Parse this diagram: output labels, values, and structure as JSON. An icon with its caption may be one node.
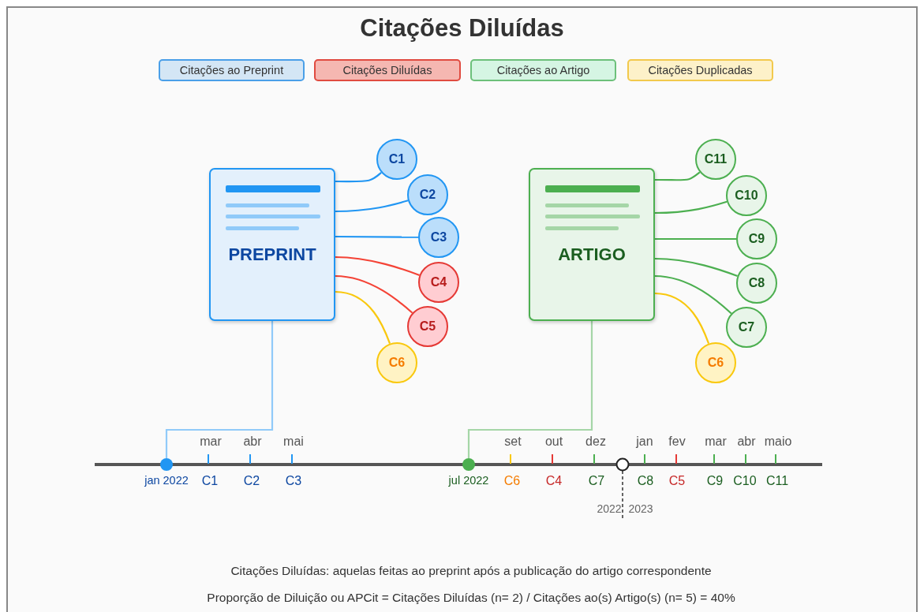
{
  "diagram": {
    "title": "Citações Diluídas",
    "nodes": [
      {
        "text": [
          "PREPRINT"
        ]
      },
      {
        "text": [
          "C1"
        ]
      },
      {
        "text": [
          "C2"
        ]
      },
      {
        "text": [
          "C3"
        ]
      },
      {
        "text": [
          "C4"
        ]
      },
      {
        "text": [
          "C5"
        ]
      },
      {
        "text": [
          "C6"
        ]
      },
      {
        "text": [
          "ARTIGO"
        ]
      },
      {
        "text": [
          "C11"
        ]
      },
      {
        "text": [
          "C10"
        ]
      },
      {
        "text": [
          "C9"
        ]
      },
      {
        "text": [
          "C8"
        ]
      },
      {
        "text": [
          "C7"
        ]
      },
      {
        "text": [
          "C6"
        ]
      },
      {
        "text": [
          "jan 2022"
        ]
      },
      {
        "text": [
          "jul 2022"
        ]
      }
    ],
    "edges": [
      {
        "from": 0,
        "to": 1,
        "arrow": "none",
        "color": "#2196f3"
      },
      {
        "from": 0,
        "to": 2,
        "arrow": "none",
        "color": "#2196f3"
      },
      {
        "from": 0,
        "to": 3,
        "arrow": "none",
        "color": "#2196f3"
      },
      {
        "from": 0,
        "to": 4,
        "arrow": "none",
        "color": "#f44336"
      },
      {
        "from": 0,
        "to": 5,
        "arrow": "none",
        "color": "#f44336"
      },
      {
        "from": 0,
        "to": 6,
        "arrow": "none",
        "color": "#f9c80e"
      },
      {
        "from": 7,
        "to": 8,
        "arrow": "none"
      },
      {
        "from": 7,
        "to": 9,
        "arrow": "none"
      },
      {
        "from": 7,
        "to": 10,
        "arrow": "none"
      },
      {
        "from": 7,
        "to": 11,
        "arrow": "none"
      },
      {
        "from": 7,
        "to": 12,
        "arrow": "none"
      },
      {
        "from": 7,
        "to": 13,
        "arrow": "none",
        "color": "#f9c80e"
      },
      {
        "from": 0,
        "to": 14,
        "arrow": "none",
        "color": "#90caf9"
      },
      {
        "from": 7,
        "to": 15,
        "arrow": "none",
        "color": "#a5d6a7"
      }
    ],
    "labels": [
      "mar",
      "abr",
      "mai",
      "set",
      "out",
      "dez",
      "jan",
      "fev",
      "mar",
      "abr",
      "maio",
      "C1",
      "C2",
      "C3",
      "C6",
      "C4",
      "C7",
      "C8",
      "C5",
      "C9",
      "C10",
      "C11",
      "2022",
      "2023",
      "Citações Diluídas: aquelas feitas ao preprint após a publicação do artigo correspondente",
      "Proporção de Diluição ou APCit = Citações Diluídas (n= 2) / Citações ao(s) Artigo(s) (n= 5) = 40%"
    ],
    "legend": [
      {
        "text": "Citações ao Preprint",
        "color": "#d4e6f5"
      },
      {
        "text": "Citações Diluídas",
        "color": "#f5b7b1"
      },
      {
        "text": "Citações ao Artigo",
        "color": "#d5f5e3"
      },
      {
        "text": "Citações Duplicadas",
        "color": "#fdf1c9"
      }
    ]
  }
}
